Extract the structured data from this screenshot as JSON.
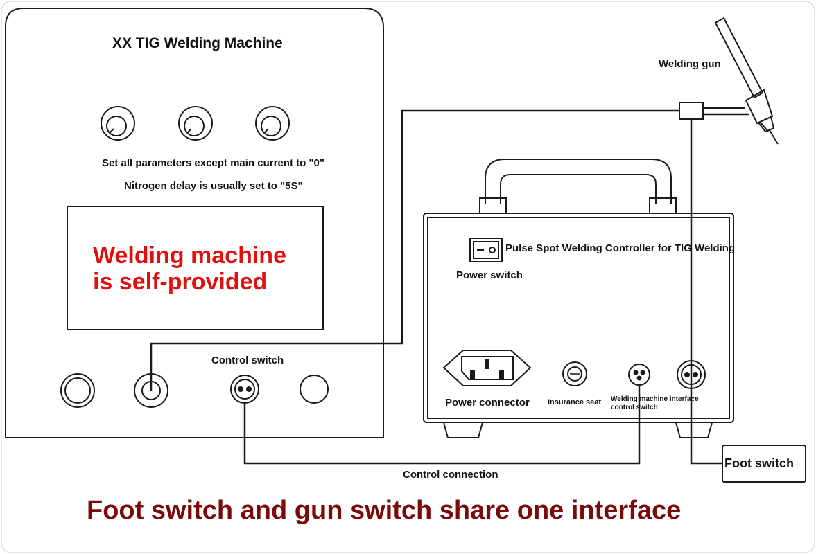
{
  "colors": {
    "line": "#1a1a1a",
    "red_note": "#e01010",
    "banner": "#7a0a0a"
  },
  "machine": {
    "title": "XX TIG Welding Machine",
    "note_params": "Set all parameters except main current to \"0\"",
    "note_nitrogen": "Nitrogen delay is usually set to \"5S\"",
    "self_provided": "Welding machine is self-provided",
    "control_switch_label": "Control switch"
  },
  "controller": {
    "title": "Pulse Spot Welding Controller for TIG Welding",
    "power_switch_label": "Power switch",
    "power_connector_label": "Power connector",
    "insurance_seat_label": "Insurance seat",
    "interface_label": "Welding machine interface control switch"
  },
  "welding_gun_label": "Welding gun",
  "foot_switch_label": "Foot switch",
  "control_connection_label": "Control connection",
  "footer": "Foot switch and gun switch share one interface",
  "icons": [
    "knob-icon",
    "socket-icon",
    "switch-icon",
    "iec-connector-icon",
    "fuse-icon",
    "torch-icon"
  ]
}
